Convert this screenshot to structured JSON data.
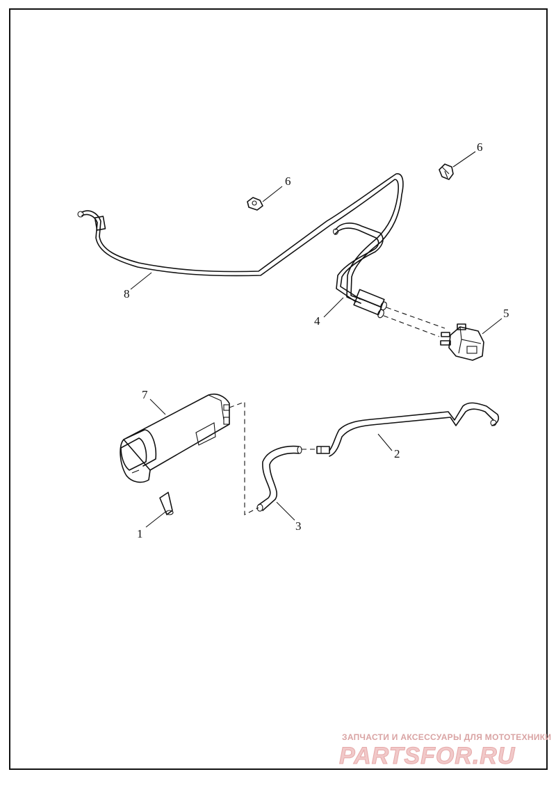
{
  "callouts": {
    "c1": "1",
    "c2": "2",
    "c3": "3",
    "c4": "4",
    "c5": "5",
    "c6a": "6",
    "c6b": "6",
    "c7": "7",
    "c8": "8"
  },
  "watermark": {
    "tagline": "ЗАПЧАСТИ И АКСЕССУАРЫ ДЛЯ МОТОТЕХНИКИ",
    "brand": "PARTSFOR.RU"
  },
  "colors": {
    "line": "#111111",
    "border": "#111111",
    "watermark": "#e6a9a9"
  }
}
